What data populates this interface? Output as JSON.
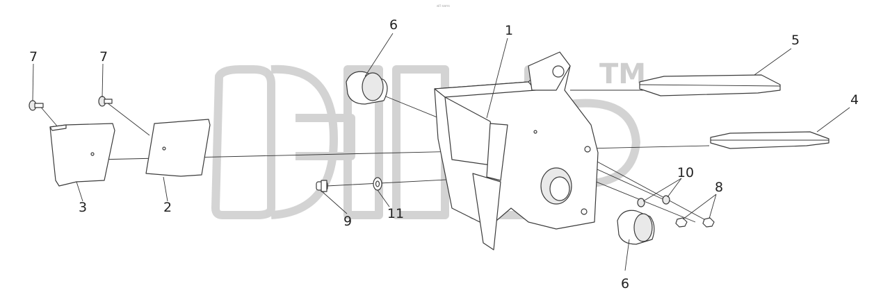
{
  "watermark": {
    "text": "эпс",
    "trademark": "TM"
  },
  "header_text": "all sans",
  "callouts": {
    "c1": "1",
    "c2": "2",
    "c3": "3",
    "c4": "4",
    "c5": "5",
    "c6_top": "6",
    "c6_bottom": "6",
    "c7_left": "7",
    "c7_right": "7",
    "c8": "8",
    "c9": "9",
    "c10": "10",
    "c11": "11"
  },
  "colors": {
    "line": "#3a3a3a",
    "watermark": "#cfcfcf",
    "background": "#ffffff"
  }
}
